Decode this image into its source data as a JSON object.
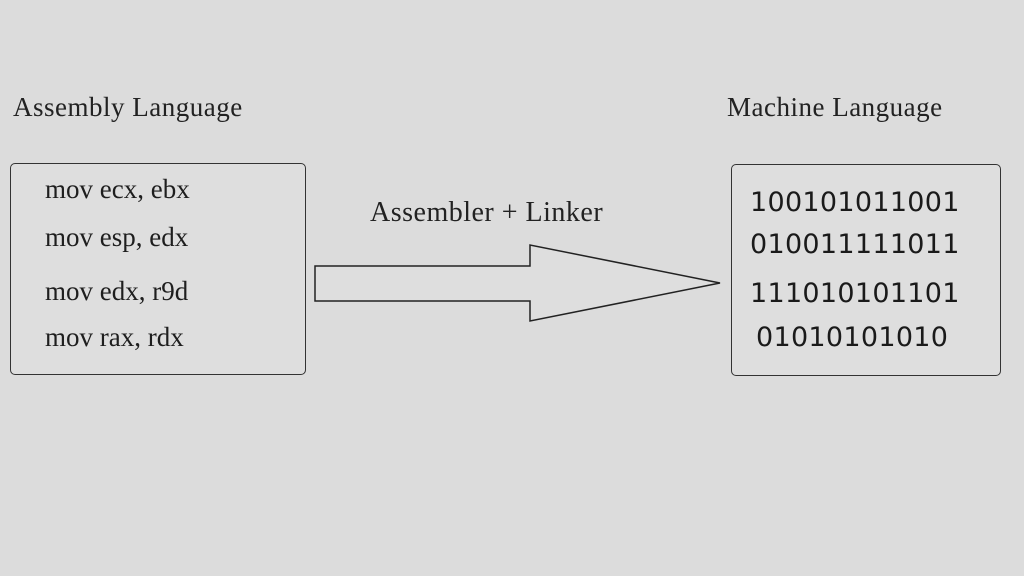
{
  "left": {
    "title": "Assembly Language",
    "lines": [
      "mov ecx, ebx",
      "mov esp, edx",
      "mov edx, r9d",
      "mov rax, rdx"
    ]
  },
  "arrow": {
    "label": "Assembler + Linker"
  },
  "right": {
    "title": "Machine Language",
    "lines": [
      "100101011001",
      "010011111011",
      "111010101101",
      "01010101010"
    ]
  }
}
